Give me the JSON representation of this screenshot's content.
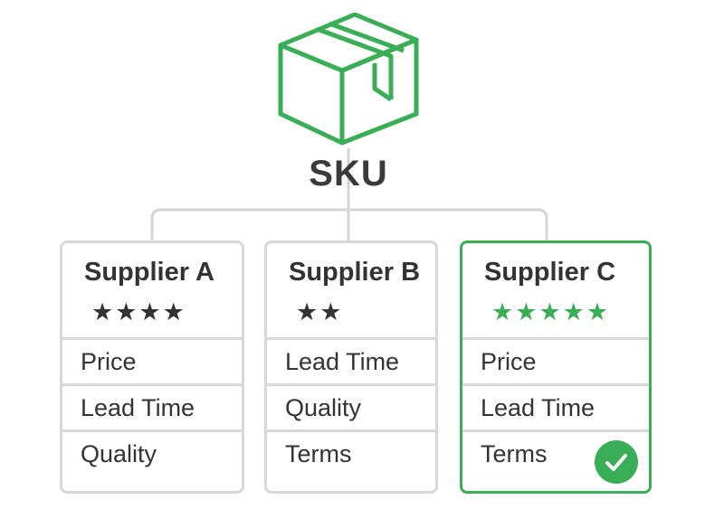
{
  "title": "SKU",
  "colors": {
    "accent": "#3aae56",
    "border": "#d8d8d8",
    "text": "#333333"
  },
  "icons": {
    "product": "package-box-icon",
    "selected": "checkmark-circle-icon"
  },
  "suppliers": [
    {
      "name": "Supplier A",
      "stars": "★★★★",
      "rating": 4,
      "rows": [
        "Price",
        "Lead Time",
        "Quality"
      ],
      "selected": false
    },
    {
      "name": "Supplier B",
      "stars": "★★",
      "rating": 2,
      "rows": [
        "Lead Time",
        "Quality",
        "Terms"
      ],
      "selected": false
    },
    {
      "name": "Supplier C",
      "stars": "★★★★★",
      "rating": 5,
      "rows": [
        "Price",
        "Lead Time",
        "Terms"
      ],
      "selected": true
    }
  ]
}
